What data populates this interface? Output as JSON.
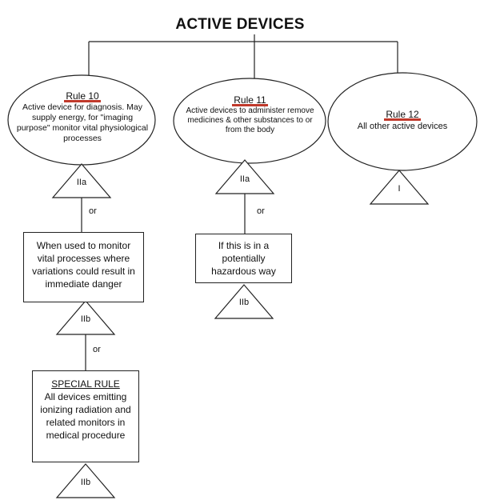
{
  "title": "ACTIVE DEVICES",
  "accent_color": "#c0392b",
  "rules": [
    {
      "label": "Rule 10",
      "text": "Active device for diagnosis. May supply energy, for \"imaging purpose\" monitor vital physiological processes",
      "class": "IIa"
    },
    {
      "label": "Rule 11",
      "text": "Active devices to administer remove medicines & other substances to or from the body",
      "class": "IIa"
    },
    {
      "label": "Rule 12",
      "text": "All other active devices",
      "class": "I"
    }
  ],
  "or_label": "or",
  "rule10_branch": {
    "box_text": "When used to monitor vital processes where variations could result in immediate danger",
    "box_class": "IIb",
    "special_title": "SPECIAL RULE",
    "special_text": "All devices emitting ionizing radiation and related monitors in medical procedure",
    "special_class": "IIb"
  },
  "rule11_branch": {
    "box_text": "If this is in a potentially hazardous way",
    "box_class": "IIb"
  }
}
